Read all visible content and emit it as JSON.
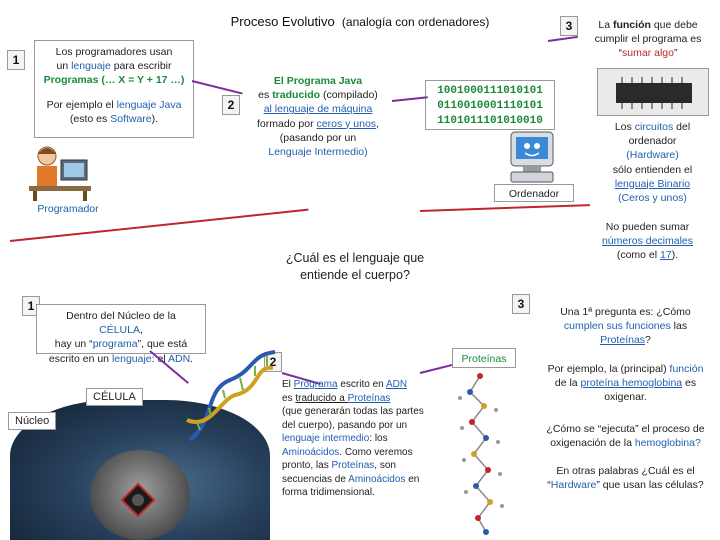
{
  "title": {
    "main": "Proceso Evolutivo",
    "sub": "(analogía con ordenadores)"
  },
  "numbers": {
    "n1": "1",
    "n2": "2",
    "n3": "3"
  },
  "top": {
    "box1": {
      "line1": "Los programadores usan",
      "line2a": "un ",
      "line2b": "lenguaje",
      "line2c": " para escribir",
      "line3": "Programas (… X = Y + 17 …)",
      "line4a": "Por ejemplo el ",
      "line4b": "lenguaje Java",
      "line5a": "(esto es ",
      "line5b": "Software",
      "line5c": ")."
    },
    "programmer_label": "Programador",
    "box2": {
      "line1": "El Programa Java",
      "line2a": "es ",
      "line2b": "traducido",
      "line2c": " (compilado)",
      "line3": "al lenguaje de máquina",
      "line4a": "formado por ",
      "line4b": "ceros y unos",
      "line4c": ",",
      "line5": "(pasando por un",
      "line6": "Lenguaje Intermedio)"
    },
    "binary": [
      "1001000111010101",
      "0110010001110101",
      "1101011101010010"
    ],
    "computer_label": "Ordenador",
    "box3": {
      "line1a": "La ",
      "line1b": "función",
      "line1c": " que debe",
      "line2": "cumplir el programa es",
      "line3a": "“",
      "line3b": "sumar algo",
      "line3c": "”"
    },
    "circuits": {
      "line1a": "Los ",
      "line1b": "circuitos",
      "line1c": " del",
      "line2": "ordenador",
      "line3": "(Hardware)",
      "line4": "sólo entienden el",
      "line5": "lenguaje Binario",
      "line6": "(Ceros y unos)"
    },
    "nosum": {
      "line1": "No pueden sumar",
      "line2": "números decimales",
      "line3a": "(como el ",
      "line3b": "17",
      "line3c": ")."
    }
  },
  "question": {
    "line1": "¿Cuál es el lenguaje que",
    "line2": "entiende el cuerpo?"
  },
  "bottom": {
    "box1": {
      "line1a": "Dentro del Núcleo de la ",
      "line1b": "CÉLULA",
      "line1c": ",",
      "line2a": "hay un “",
      "line2b": "programa",
      "line2c": "”, que está",
      "line3a": "escrito en un ",
      "line3b": "lenguaje",
      "line3c": ": el ",
      "line3d": "ADN",
      "line3e": "."
    },
    "cell_label": "CÉLULA",
    "nucleus_label": "Núcleo",
    "proteins_label": "Proteínas",
    "box2": {
      "line1a": "El ",
      "line1b": "Programa",
      "line1c": " escrito en ",
      "line1d": "ADN",
      "line2a": "es ",
      "line2b": "traducido a ",
      "line2c": "Proteínas",
      "line3": "(que generarán todas las partes",
      "line4": "del cuerpo), pasando por un",
      "line5a": "lenguaje intermedio",
      "line5b": ": los",
      "line6a": "Aminoácidos",
      "line6b": ". Como veremos",
      "line7a": "pronto, las ",
      "line7b": "Proteínas",
      "line7c": ", son",
      "line8a": "secuencias de ",
      "line8b": "Aminoácidos",
      "line8c": " en",
      "line9": "forma tridimensional."
    },
    "right": {
      "q1_line1": "Una 1ª pregunta es: ¿Cómo",
      "q1_line2a": "cumplen sus funciones",
      "q1_line2b": " las",
      "q1_line3a": "Proteínas",
      "q1_line3b": "?",
      "p2_line1a": "Por ejemplo, la (principal) ",
      "p2_line1b": "función",
      "p2_line2a": "de la ",
      "p2_line2b": "proteína hemoglobina",
      "p2_line2c": " es",
      "p2_line3": "oxigenar.",
      "q2_line1": "¿Cómo se “ejecuta” el proceso de",
      "q2_line2a": "oxigenación de la ",
      "q2_line2b": "hemoglobina?",
      "q3_line1": "En otras palabras ¿Cuál es el",
      "q3_line2a": "“",
      "q3_line2b": "Hardware",
      "q3_line2c": "” que usan las células?"
    }
  }
}
